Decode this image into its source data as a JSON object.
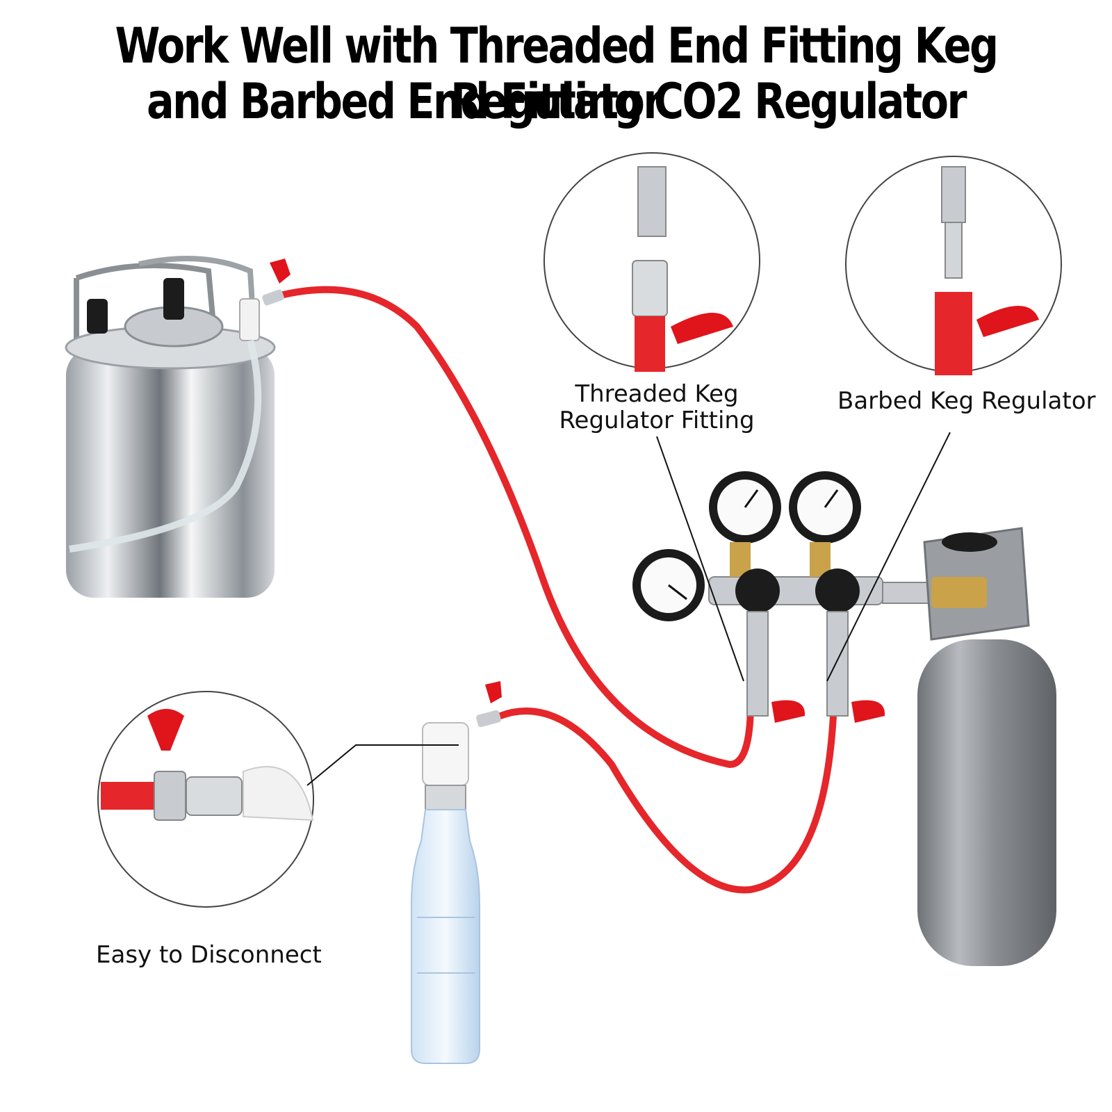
{
  "headline": {
    "line1": "Work Well with Threaded End Fitting Keg Regulator",
    "line2": "and Barbed End Fitting CO2 Regulator"
  },
  "callouts": {
    "threaded_line1": "Threaded Keg",
    "threaded_line2": "Regulator Fitting",
    "barbed": "Barbed Keg Regulator",
    "easy": "Easy to Disconnect"
  },
  "colors": {
    "hose_red": "#e5262a",
    "steel": "#c8ccd1",
    "tank_gray": "#8f9397",
    "brass": "#c9a24a",
    "valve_red": "#e0141b"
  }
}
